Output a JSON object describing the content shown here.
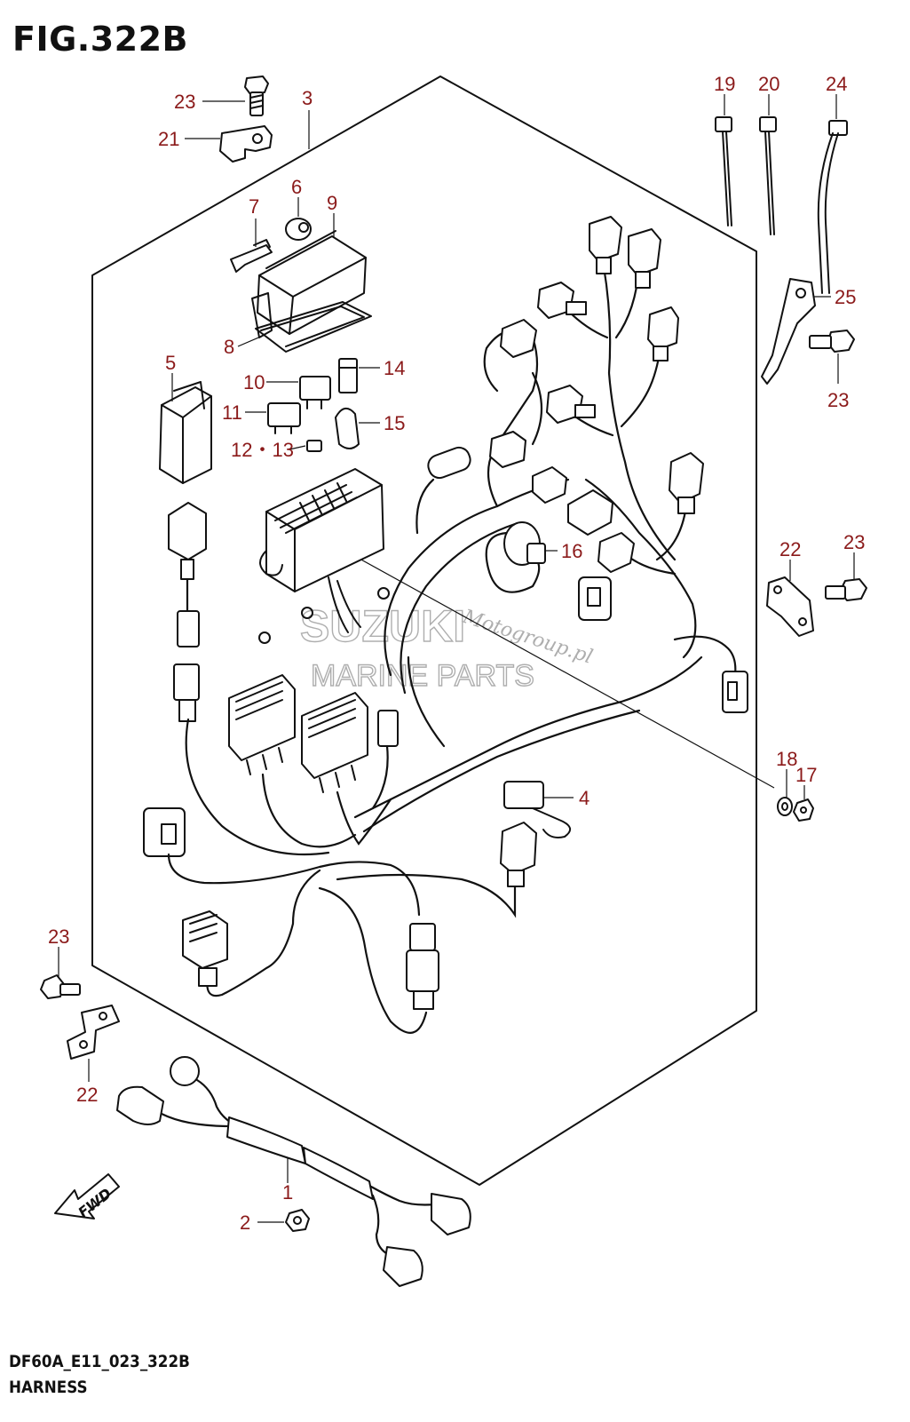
{
  "figure": {
    "title": "FIG.322B",
    "code": "DF60A_E11_023_322B",
    "caption": "HARNESS"
  },
  "watermark": {
    "brand": "SUZUKI",
    "line": "MARINE PARTS",
    "script": "Motogroup.pl"
  },
  "fwd_label": "FWD",
  "colors": {
    "label": "#8b1a1a",
    "line": "#111111",
    "watermark": "#9a9a9a"
  },
  "callouts": [
    {
      "id": "c23a",
      "label": "23"
    },
    {
      "id": "c21",
      "label": "21"
    },
    {
      "id": "c3",
      "label": "3"
    },
    {
      "id": "c6",
      "label": "6"
    },
    {
      "id": "c7",
      "label": "7"
    },
    {
      "id": "c9",
      "label": "9"
    },
    {
      "id": "c8",
      "label": "8"
    },
    {
      "id": "c5",
      "label": "5"
    },
    {
      "id": "c10",
      "label": "10"
    },
    {
      "id": "c14",
      "label": "14"
    },
    {
      "id": "c11",
      "label": "11"
    },
    {
      "id": "c15",
      "label": "15"
    },
    {
      "id": "c1213",
      "label": "12・13"
    },
    {
      "id": "c16",
      "label": "16"
    },
    {
      "id": "c19",
      "label": "19"
    },
    {
      "id": "c20",
      "label": "20"
    },
    {
      "id": "c24",
      "label": "24"
    },
    {
      "id": "c25",
      "label": "25"
    },
    {
      "id": "c23b",
      "label": "23"
    },
    {
      "id": "c22a",
      "label": "22"
    },
    {
      "id": "c23c",
      "label": "23"
    },
    {
      "id": "c18",
      "label": "18"
    },
    {
      "id": "c17",
      "label": "17"
    },
    {
      "id": "c4",
      "label": "4"
    },
    {
      "id": "c23d",
      "label": "23"
    },
    {
      "id": "c22b",
      "label": "22"
    },
    {
      "id": "c1",
      "label": "1"
    },
    {
      "id": "c2",
      "label": "2"
    }
  ]
}
